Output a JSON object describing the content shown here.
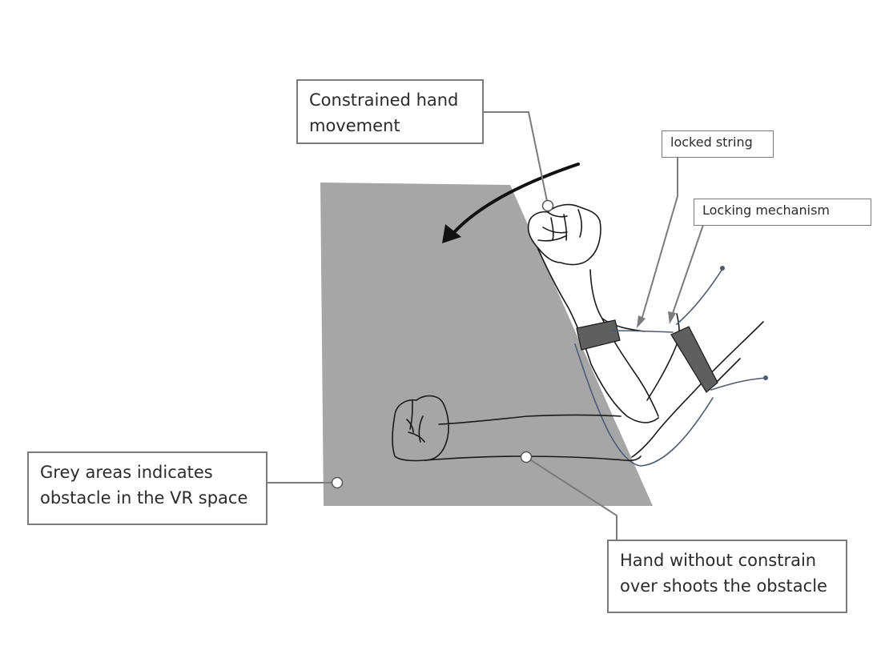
{
  "callouts": {
    "constrained_hand": "Constrained hand\nmovement",
    "locked_string": "locked string",
    "locking_mechanism": "Locking mechanism",
    "grey_areas": "Grey areas indicates\nobstacle in the VR space",
    "hand_without_constrain": "Hand without constrain\nover shoots the obstacle"
  },
  "colors": {
    "obstacle_fill": "#a6a6a6",
    "leader_line": "#7b7b7b",
    "band_fill": "#5f5f5f",
    "string_color": "#4f5a72",
    "sketch_stroke": "#1a1a1a"
  }
}
